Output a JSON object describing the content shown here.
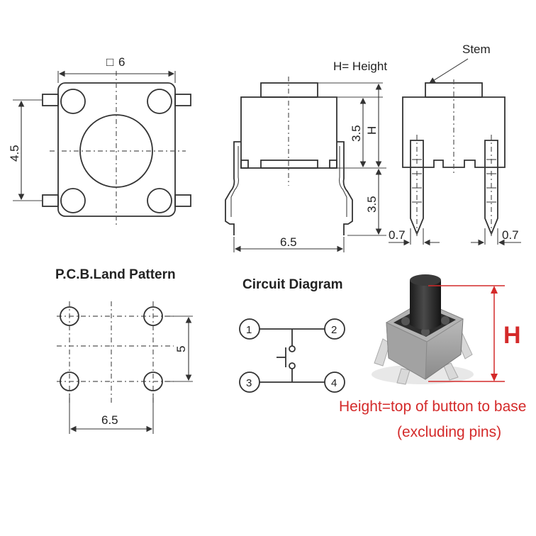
{
  "top_view": {
    "square_symbol": "□",
    "size_label": "6",
    "height_label": "4.5"
  },
  "side_view": {
    "h_title": "H= Height",
    "stem_h_label": "3.5",
    "h_symbol": "H",
    "pin_label": "3.5",
    "width_label": "6.5"
  },
  "end_view": {
    "stem_label": "Stem",
    "pin_w_left": "0.7",
    "pin_w_right": "0.7"
  },
  "pcb": {
    "title": "P.C.B.Land Pattern",
    "height_label": "5",
    "width_label": "6.5"
  },
  "circuit": {
    "title": "Circuit Diagram",
    "pins": [
      "1",
      "2",
      "3",
      "4"
    ]
  },
  "photo": {
    "h_label": "H",
    "caption_line1": "Height=top of button to base",
    "caption_line2": "(excluding pins)",
    "accent_color": "#d42a2a"
  }
}
